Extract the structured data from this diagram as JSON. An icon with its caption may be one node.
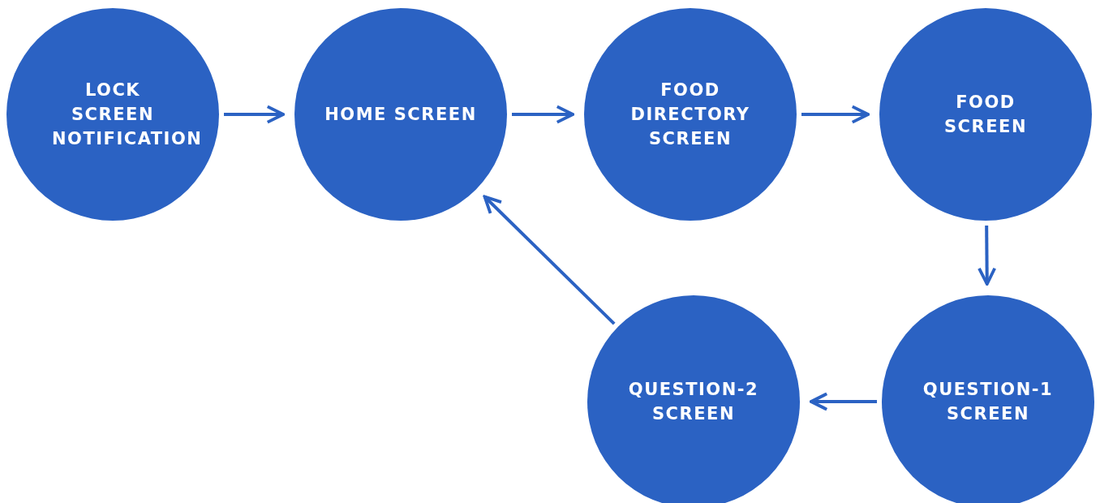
{
  "diagram": {
    "nodes": [
      {
        "text": [
          "LOCK SCREEN NOTIFICATION"
        ]
      },
      {
        "text": [
          "HOME SCREEN"
        ]
      },
      {
        "text": [
          "FOOD DIRECTORY SCREEN"
        ]
      },
      {
        "text": [
          "FOOD SCREEN"
        ]
      },
      {
        "text": [
          "QUESTION-1 SCREEN"
        ]
      },
      {
        "text": [
          "QUESTION-2 SCREEN"
        ]
      }
    ],
    "edges": [
      {
        "from": 0,
        "to": 1,
        "arrow": "to"
      },
      {
        "from": 1,
        "to": 2,
        "arrow": "to"
      },
      {
        "from": 2,
        "to": 3,
        "arrow": "to"
      },
      {
        "from": 3,
        "to": 4,
        "arrow": "to"
      },
      {
        "from": 4,
        "to": 5,
        "arrow": "to"
      },
      {
        "from": 5,
        "to": 1,
        "arrow": "to"
      }
    ]
  }
}
